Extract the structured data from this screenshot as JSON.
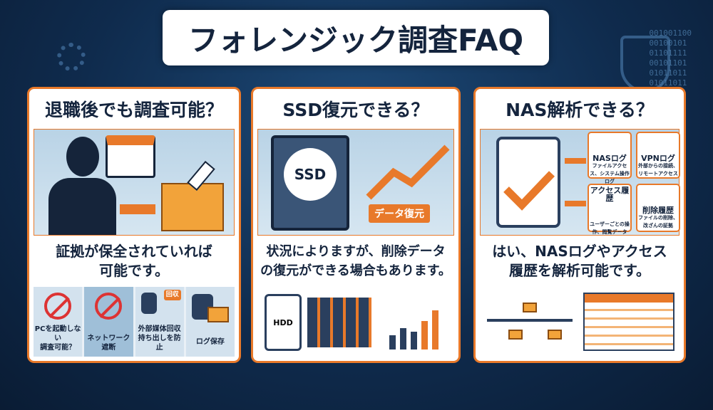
{
  "title": "フォレンジック調査FAQ",
  "background_binary": "001001100\n00100101\n01101111\n00101101\n01011011\n01011011",
  "colors": {
    "accent": "#e8792a",
    "navy": "#14243d",
    "background": "#0f2b4d"
  },
  "cards": [
    {
      "question": "退職後でも調査可能？",
      "answer_line1": "証拠が保全されていれば",
      "answer_line2": "可能です。",
      "tiles": [
        {
          "line1": "PCを起動しない",
          "line2": "調査可能？"
        },
        {
          "line1": "ネットワーク",
          "line2": "遮断"
        },
        {
          "line1": "外部媒体回収",
          "line2": "持ち出しを防止",
          "badge": "回収"
        },
        {
          "line1": "ログ保存",
          "line2": ""
        }
      ]
    },
    {
      "question": "SSD復元できる？",
      "hero_label": "SSD",
      "hero_badge": "データ復元",
      "answer_line1": "状況によりますが、削除データ",
      "answer_line2": "の復元ができる場合もあります。",
      "hdd_label": "HDD"
    },
    {
      "question": "NAS解析できる？",
      "answer_line1": "はい、NASログやアクセス",
      "answer_line2": "履歴を解析可能です。",
      "boxes": [
        {
          "title": "NASログ",
          "desc": "ファイルアクセス、システム操作ログ"
        },
        {
          "title": "VPNログ",
          "desc": "外部からの接続、リモートアクセス"
        },
        {
          "title": "アクセス履歴",
          "desc": "ユーザーごとの操作、閲覧データ"
        },
        {
          "title": "削除履歴",
          "desc": "ファイルの削除、改ざんの証拠"
        }
      ]
    }
  ]
}
